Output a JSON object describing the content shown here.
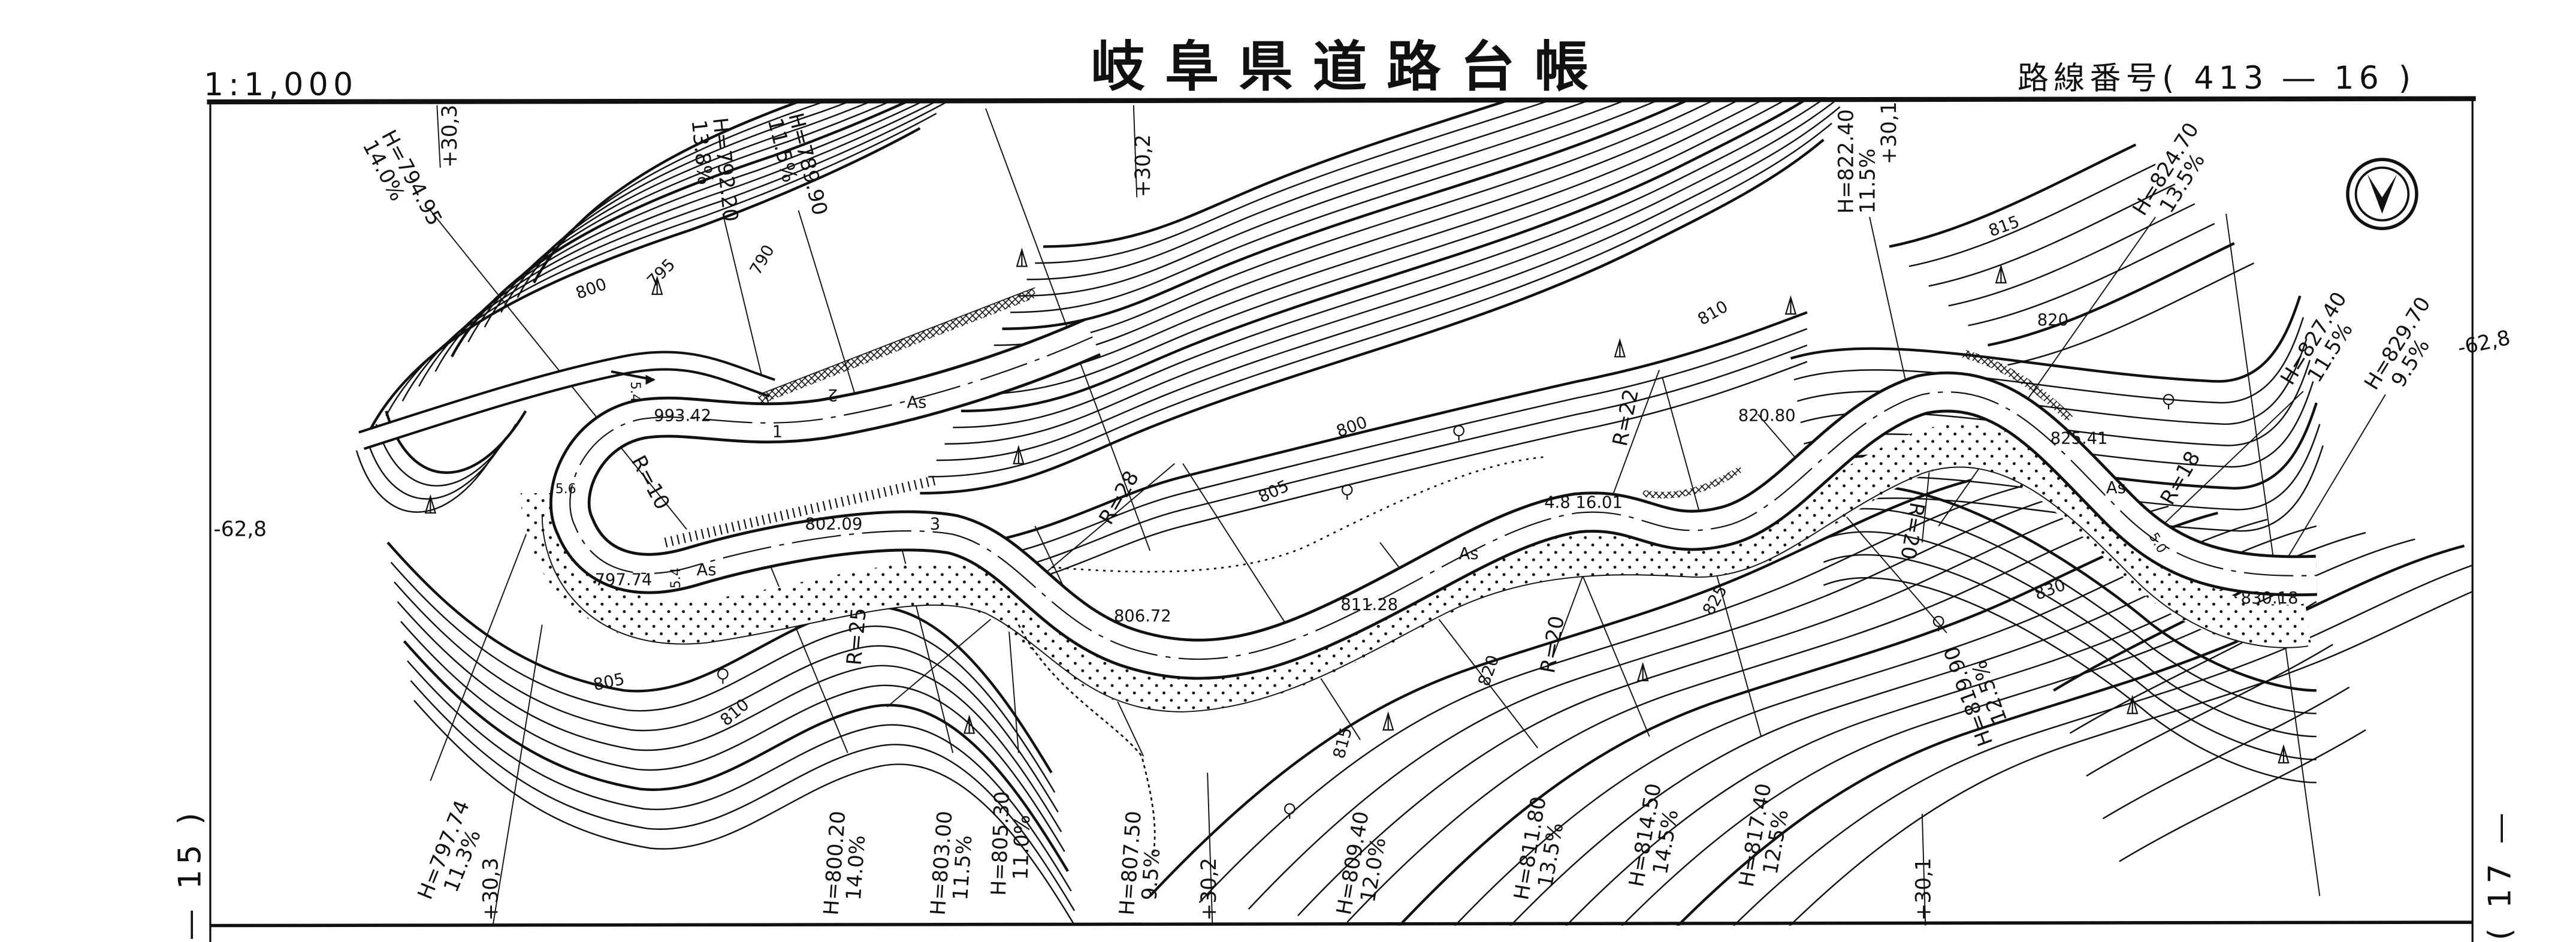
{
  "header": {
    "scale": "1:1,000",
    "title": "岐阜県道路台帳",
    "route_label": "路線番号",
    "route_number": "( 413 ― 16 )"
  },
  "sheet": {
    "prev_page": "— 15 )",
    "next_page": "( 17 —"
  },
  "offsets": {
    "left": "-62,8",
    "right": "-62,8"
  },
  "stations": [
    {
      "h": "H=794.95",
      "grade": "14.0%"
    },
    {
      "h": "H=792.20",
      "grade": "13.8%"
    },
    {
      "h": "H=789.90",
      "grade": "11.5%"
    },
    {
      "h": "H=822.40",
      "grade": "11.5%"
    },
    {
      "h": "H=824.70",
      "grade": "13.5%"
    },
    {
      "h": "H=827.40",
      "grade": "11.5%"
    },
    {
      "h": "H=829.70",
      "grade": "9.5%"
    },
    {
      "h": "H=797.74",
      "grade": "11.3%"
    },
    {
      "h": "H=800.20",
      "grade": "14.0%"
    },
    {
      "h": "H=803.00",
      "grade": "11.5%"
    },
    {
      "h": "H=805.30",
      "grade": "11.0%"
    },
    {
      "h": "H=807.50",
      "grade": "9.5%"
    },
    {
      "h": "H=809.40",
      "grade": "12.0%"
    },
    {
      "h": "H=811.80",
      "grade": "13.5%"
    },
    {
      "h": "H=814.50",
      "grade": "14.5%"
    },
    {
      "h": "H=817.40",
      "grade": "12.5%"
    },
    {
      "h": "H=819.90",
      "grade": "12.5%"
    }
  ],
  "plus_marks": [
    "+30,3",
    "+30,2",
    "+30,1",
    "+30,3",
    "+30,2",
    "+30,1"
  ],
  "contour_labels": [
    "800",
    "795",
    "790",
    "805",
    "810",
    "800",
    "805",
    "810",
    "815",
    "820",
    "815",
    "820",
    "825",
    "830"
  ],
  "spot_heights": [
    "993.42",
    "802.09",
    "797.74",
    "806.72",
    "811.28",
    "4.8 16.01",
    "820.80",
    "825.41",
    "830.18"
  ],
  "radii": [
    "R=10",
    "R=25",
    "R=28",
    "R=22",
    "R=20",
    "R=20",
    "R=18"
  ],
  "surface_labels": [
    "As",
    "As",
    "As",
    "As"
  ],
  "widths": [
    "5.6",
    "5.4",
    "5.4",
    "5.0"
  ],
  "km_marks": [
    "1",
    "2",
    "3"
  ]
}
